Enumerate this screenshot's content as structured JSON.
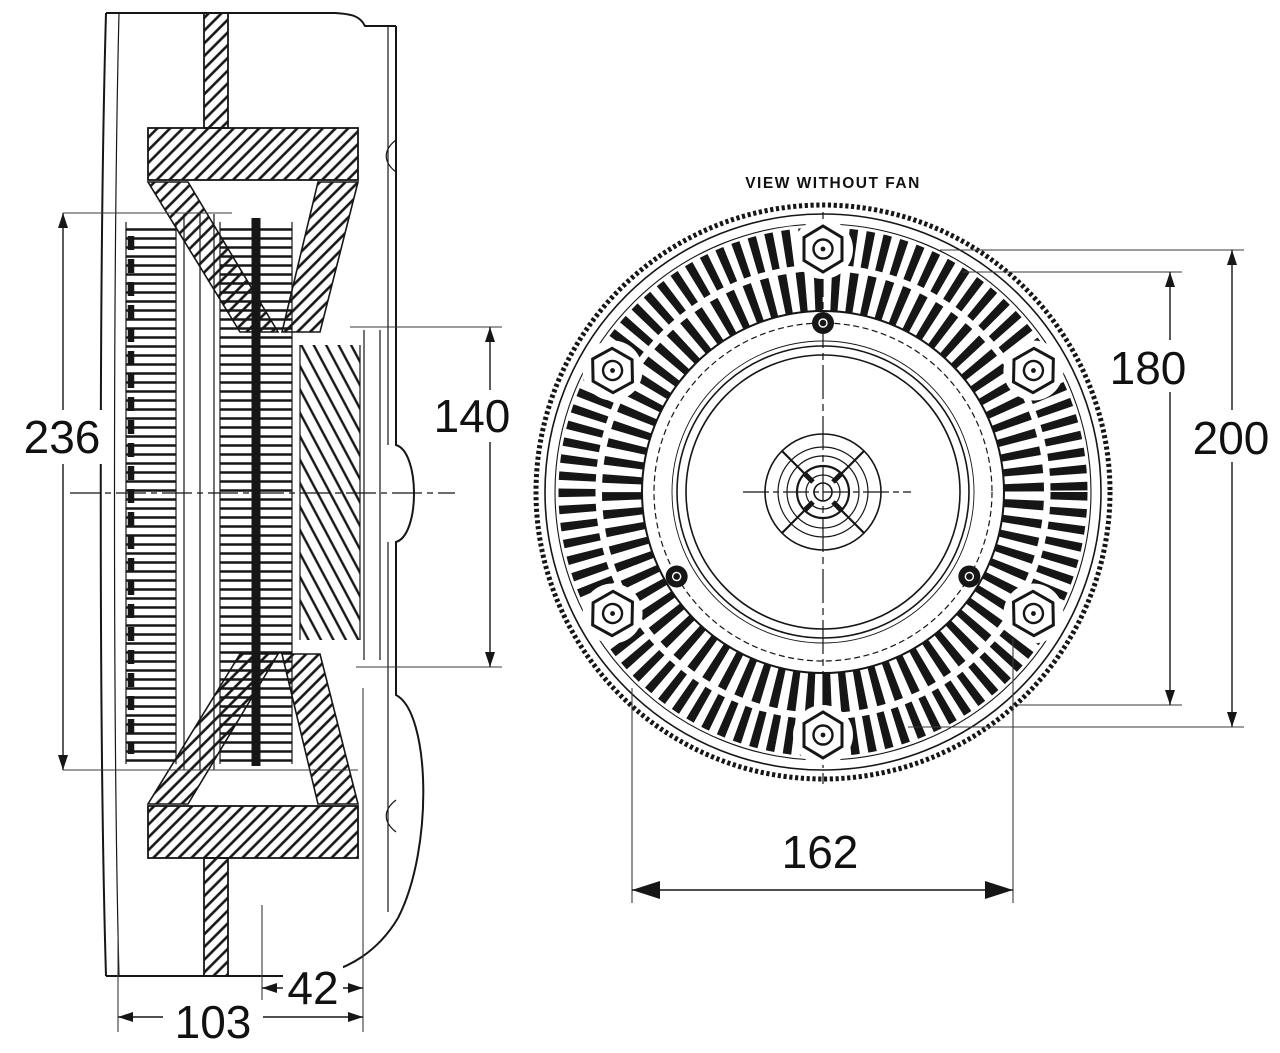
{
  "drawing": {
    "front_view_label": "VIEW WITHOUT FAN",
    "dimensions": {
      "overall_depth": "236",
      "body_depth": "140",
      "mount_depth": "103",
      "flange_depth": "42",
      "bolt_circle_inner": "180",
      "bolt_circle_outer": "200",
      "hub_width": "162"
    }
  },
  "colors": {
    "line": "#161616",
    "background": "#ffffff"
  }
}
